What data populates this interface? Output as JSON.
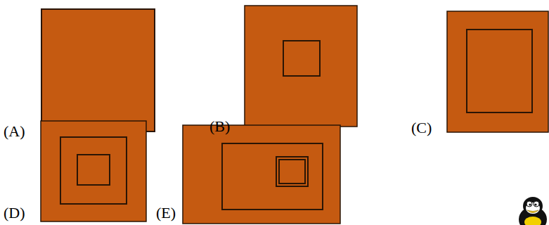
{
  "diagram": {
    "labels": [
      "(A)",
      "(B)",
      "(C)",
      "(D)",
      "(E)"
    ]
  }
}
